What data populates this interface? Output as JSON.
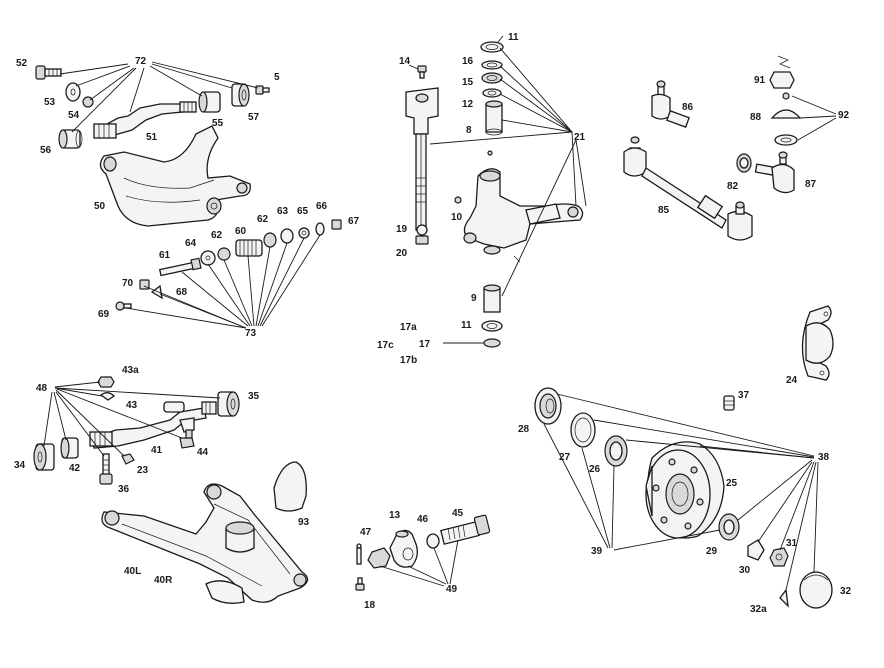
{
  "diagram": {
    "background": "#ffffff",
    "ink": "#1a1a1a",
    "labels": {
      "l52": "52",
      "l72": "72",
      "l5": "5",
      "l53": "53",
      "l54": "54",
      "l56": "56",
      "l51": "51",
      "l55": "55",
      "l57": "57",
      "l50": "50",
      "l62a": "62",
      "l63": "63",
      "l65": "65",
      "l66": "66",
      "l67": "67",
      "l64": "64",
      "l62b": "62",
      "l60": "60",
      "l61": "61",
      "l70": "70",
      "l68": "68",
      "l69": "69",
      "l73": "73",
      "l14": "14",
      "l11a": "11",
      "l16": "16",
      "l15": "15",
      "l12": "12",
      "l8": "8",
      "l21": "21",
      "l10": "10",
      "l19": "19",
      "l20": "20",
      "l9": "9",
      "l11b": "11",
      "l17a": "17a",
      "l17c": "17c",
      "l17": "17",
      "l17b": "17b",
      "l86": "86",
      "l91": "91",
      "l92": "92",
      "l88": "88",
      "l82": "82",
      "l87": "87",
      "l85": "85",
      "l24": "24",
      "l48": "48",
      "l43a": "43a",
      "l43": "43",
      "l35": "35",
      "l34": "34",
      "l42": "42",
      "l41": "41",
      "l44": "44",
      "l23": "23",
      "l36": "36",
      "l93": "93",
      "l40L": "40L",
      "l40R": "40R",
      "l47": "47",
      "l13": "13",
      "l46": "46",
      "l45": "45",
      "l49": "49",
      "l18": "18",
      "l37": "37",
      "l28": "28",
      "l38": "38",
      "l27": "27",
      "l26": "26",
      "l25": "25",
      "l39": "39",
      "l29": "29",
      "l31": "31",
      "l30": "30",
      "l32": "32",
      "l32a": "32a"
    }
  }
}
